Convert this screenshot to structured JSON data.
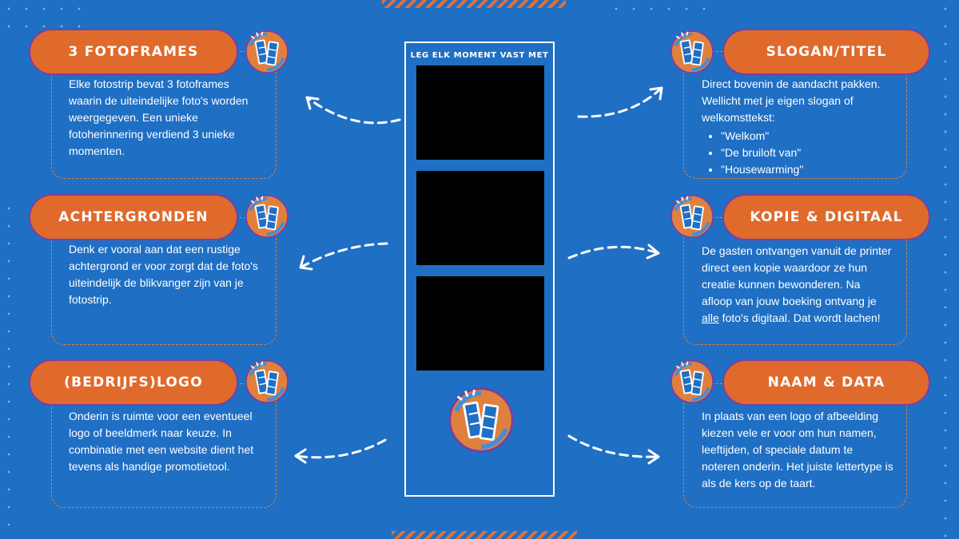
{
  "strip": {
    "title": "LEG ELK MOMENT VAST MET"
  },
  "left_cards": [
    {
      "title": "3 Fotoframes",
      "body": "Elke fotostrip bevat 3 fotoframes waarin de uiteindelijke foto's worden weergegeven. Een unieke fotoherinnering verdiend 3 unieke momenten."
    },
    {
      "title": "Achtergronden",
      "body": "Denk er vooral aan dat een rustige achtergrond er voor zorgt dat de foto's uiteindelijk de blikvanger zijn van je fotostrip."
    },
    {
      "title": "(Bedrijfs)logo",
      "body": "Onderin is ruimte voor een eventueel logo of beeldmerk naar keuze. In combinatie met een website dient het tevens als handige promotietool."
    }
  ],
  "right_cards": [
    {
      "title": "Slogan/Titel",
      "body": "Direct bovenin de aandacht pakken. Wellicht met je eigen slogan of welkomsttekst:",
      "bullets": [
        "\"Welkom\"",
        "\"De bruiloft van\"",
        "\"Housewarming\""
      ]
    },
    {
      "title": "Kopie & Digitaal",
      "body_before": "De gasten ontvangen vanuit de printer direct een kopie waardoor ze hun creatie kunnen bewonderen. Na afloop van jouw boeking ontvang je ",
      "body_underline": "alle",
      "body_after": " foto's digitaal. Dat wordt lachen!"
    },
    {
      "title": "Naam & Data",
      "body": "In plaats van een logo of afbeelding kiezen vele er voor om hun namen, leeftijden, of speciale datum te noteren onderin. Het juiste lettertype is als de kers op de taart."
    }
  ],
  "colors": {
    "background": "#1f6fc4",
    "accent": "#e06a2c",
    "pill_border": "#7a3fa0",
    "frame": "#000000"
  },
  "icons": [
    "photobooth-strip-badge-icon",
    "dashed-arrow-icon"
  ]
}
